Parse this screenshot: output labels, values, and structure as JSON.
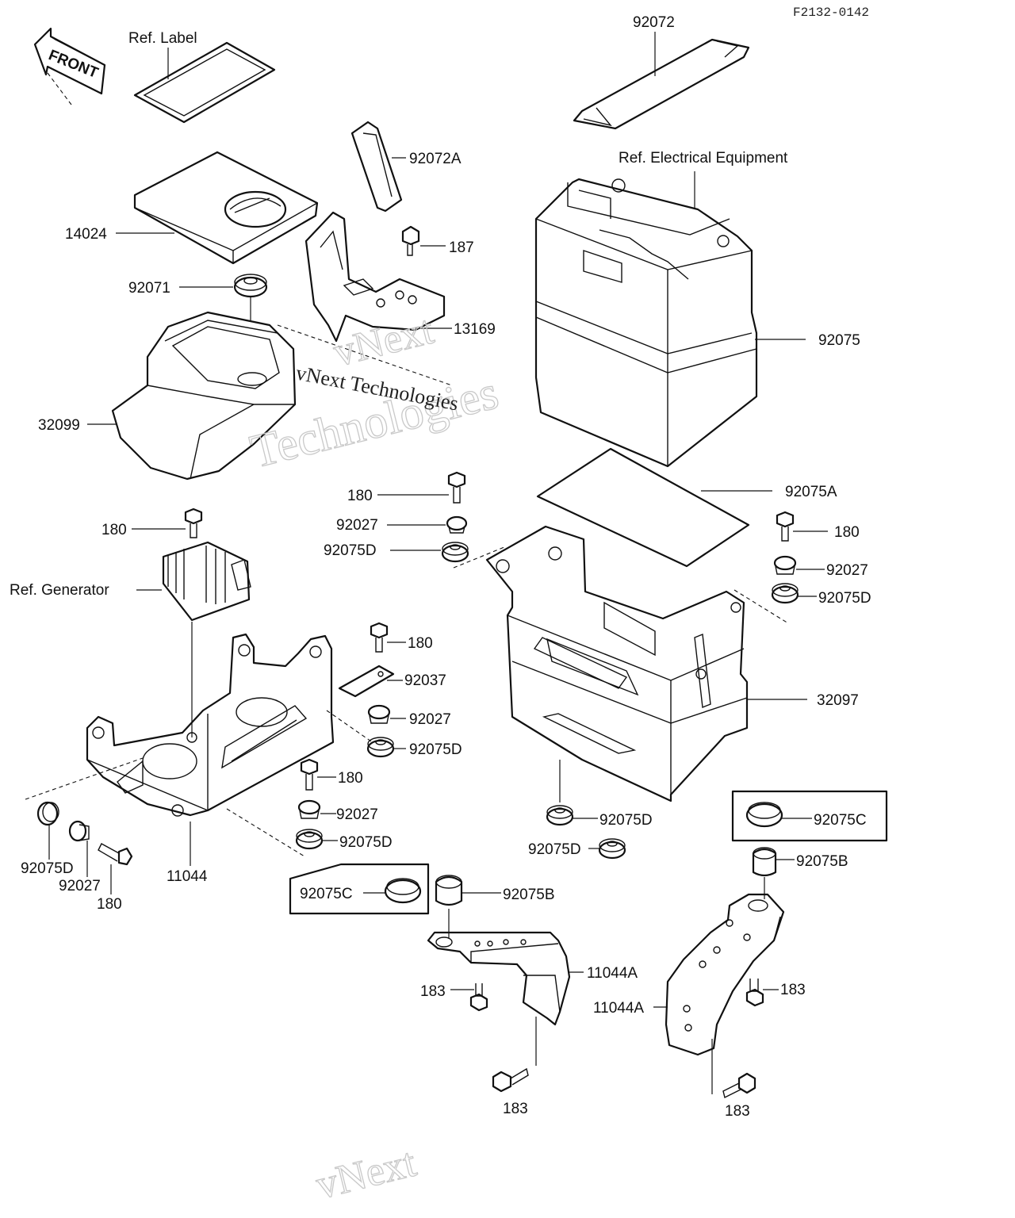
{
  "figure_code": "F2132-0142",
  "front_arrow_text": "FRONT",
  "references": {
    "label": "Ref. Label",
    "electrical": "Ref. Electrical Equipment",
    "generator": "Ref. Generator"
  },
  "watermark": {
    "line1": "vNext",
    "line2": "Technologies",
    "inline": "vNext Technologies",
    "bottom": "vNext"
  },
  "part_labels": [
    "92072",
    "92072A",
    "14024",
    "92071",
    "187",
    "13169",
    "92075",
    "32099",
    "92075A",
    "180",
    "92027",
    "92075D",
    "180",
    "92027",
    "92075D",
    "180",
    "180",
    "92037",
    "92027",
    "92075D",
    "32097",
    "180",
    "92027",
    "92075D",
    "92075D",
    "92075C",
    "92075D",
    "92075B",
    "92075D",
    "92027",
    "180",
    "11044",
    "92075C",
    "92075B",
    "11044A",
    "183",
    "11044A",
    "183",
    "183",
    "183"
  ]
}
